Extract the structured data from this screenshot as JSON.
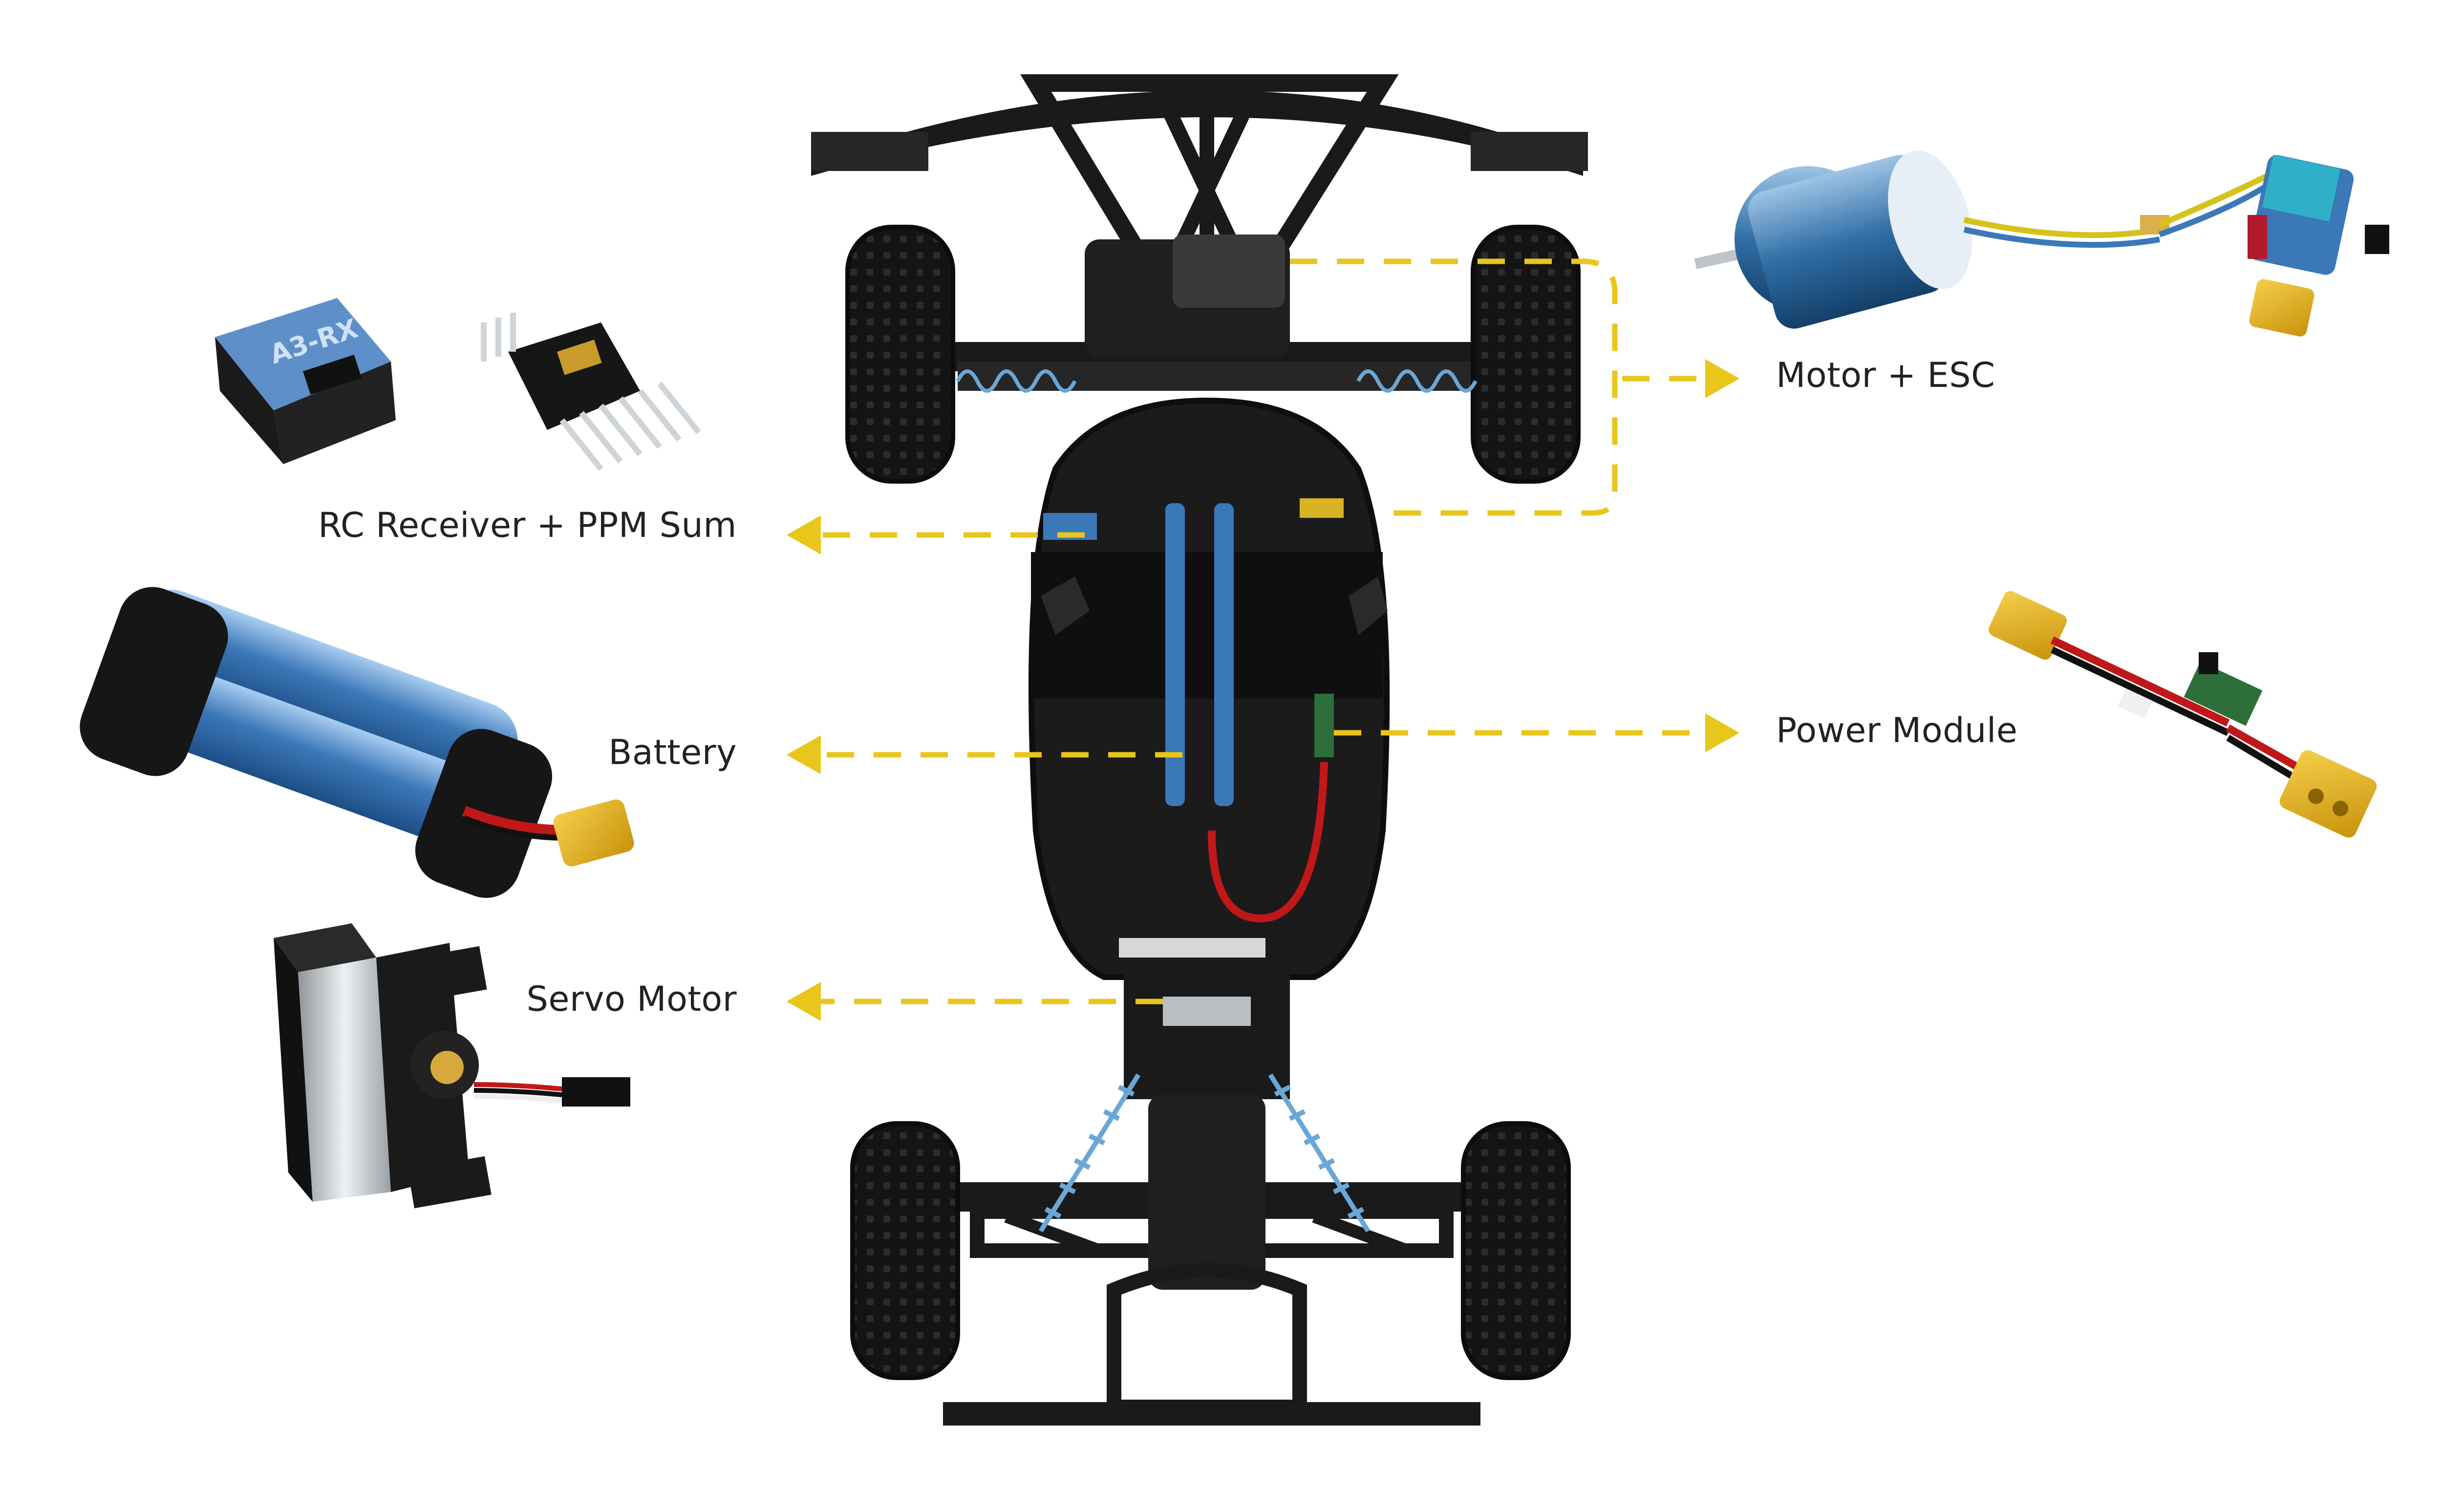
{
  "labels": {
    "rc_receiver": "RC Receiver + PPM Sum",
    "battery": "Battery",
    "servo": "Servo Motor",
    "motor_esc": "Motor + ESC",
    "power_module": "Power Module"
  },
  "receiver_brand": "A3-RX",
  "colors": {
    "callout": "#E8C61C",
    "chassis": "#1a1a1a",
    "chassis_light": "#3a3a3a",
    "blue": "#3b78b8",
    "blue_light": "#7fb0e0",
    "xt60": "#E8B21C",
    "wire_red": "#c01818",
    "aluminum": "#c9ced2"
  }
}
